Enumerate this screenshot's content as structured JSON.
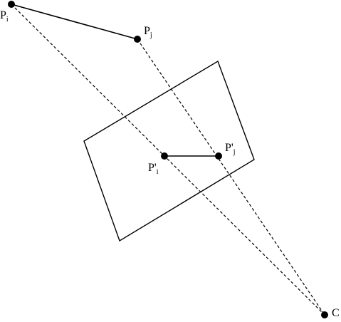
{
  "colors": {
    "stroke": "#000000",
    "background": "#ffffff"
  },
  "points": {
    "pi": {
      "base": "P",
      "sub": "i",
      "prime": ""
    },
    "pj": {
      "base": "P",
      "sub": "j",
      "prime": ""
    },
    "pi_proj": {
      "base": "P",
      "sub": "i",
      "prime": "'"
    },
    "pj_proj": {
      "base": "P",
      "sub": "j",
      "prime": "'"
    },
    "c": {
      "base": "C"
    }
  }
}
